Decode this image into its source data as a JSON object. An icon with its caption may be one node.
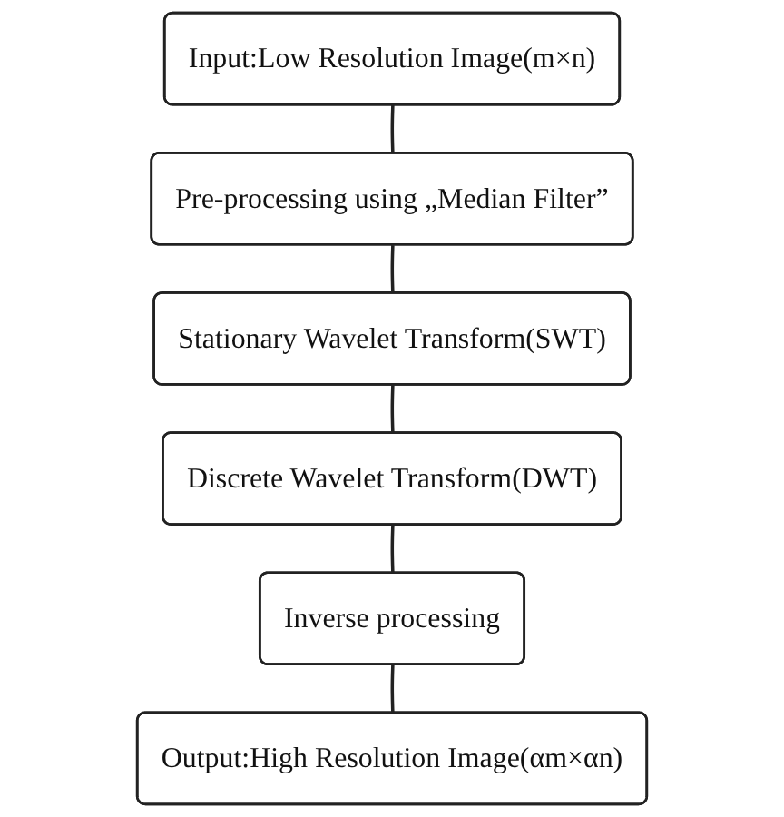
{
  "diagram": {
    "nodes": [
      {
        "text": [
          "Input:Low Resolution Image(m×n)"
        ]
      },
      {
        "text": [
          "Pre-processing using „Median Filter”"
        ]
      },
      {
        "text": [
          "Stationary Wavelet Transform(SWT)"
        ]
      },
      {
        "text": [
          "Discrete Wavelet Transform(DWT)"
        ]
      },
      {
        "text": [
          "Inverse processing"
        ]
      },
      {
        "text": [
          "Output:High Resolution Image(αm×αn)"
        ]
      }
    ],
    "edges": [
      {
        "from": 0,
        "to": 1,
        "arrow": "none"
      },
      {
        "from": 1,
        "to": 2,
        "arrow": "none"
      },
      {
        "from": 2,
        "to": 3,
        "arrow": "none"
      },
      {
        "from": 3,
        "to": 4,
        "arrow": "none"
      },
      {
        "from": 4,
        "to": 5,
        "arrow": "none"
      }
    ]
  }
}
